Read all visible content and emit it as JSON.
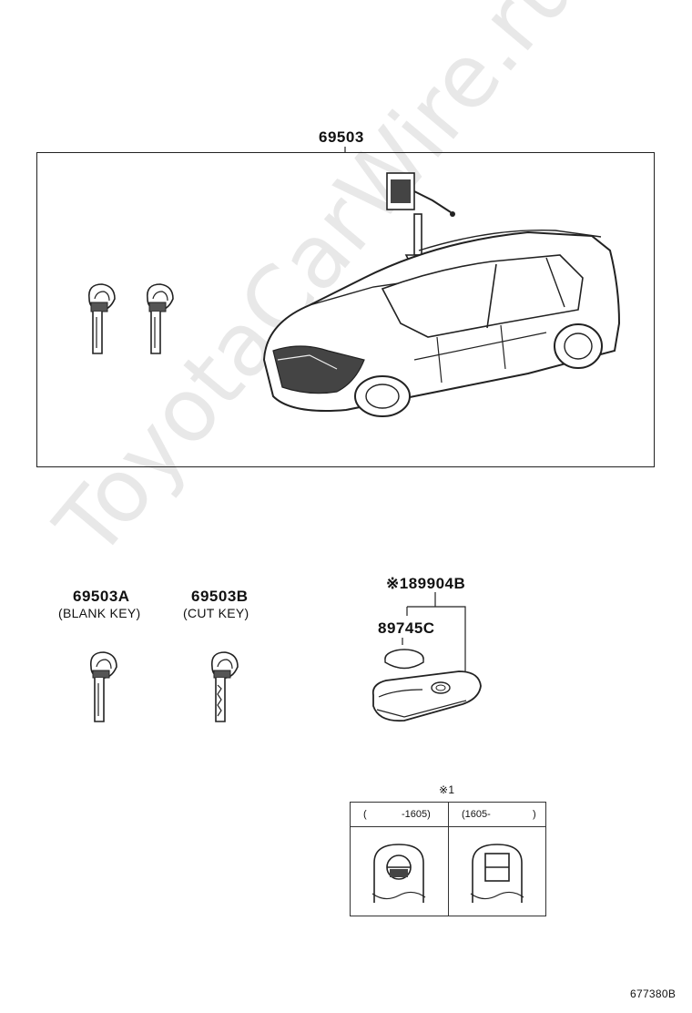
{
  "watermark": "ToyotaCarWire.ru",
  "main_assembly": {
    "part_number": "69503"
  },
  "keys": {
    "blank": {
      "part_number": "69503A",
      "description": "(BLANK KEY)"
    },
    "cut": {
      "part_number": "69503B",
      "description": "(CUT KEY)"
    }
  },
  "remote": {
    "part_number": "※189904B",
    "battery_part_number": "89745C"
  },
  "note_table": {
    "title": "※1",
    "columns": [
      {
        "label_open": "(",
        "label_range": "-1605)"
      },
      {
        "label_open": "(1605-",
        "label_range": ")"
      }
    ]
  },
  "diagram_id": "677380B"
}
